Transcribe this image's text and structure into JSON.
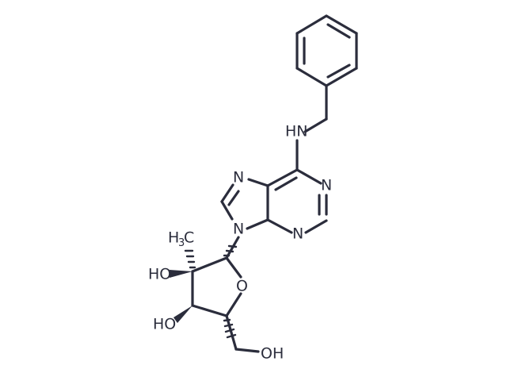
{
  "colors": {
    "ink": "#2b2d3c",
    "background": "#ffffff"
  },
  "atoms": {
    "nh_label": "HN",
    "n7_label": "N",
    "n1_label": "N",
    "n3_label": "N",
    "n9_label": "N",
    "o_ring_label": "O",
    "ch3_main": "H",
    "ch3_sub": "3",
    "ch3_tail": "C",
    "oh_c2_label": "HO",
    "oh_c3_label": "HO",
    "oh_c5_label": "OH"
  }
}
